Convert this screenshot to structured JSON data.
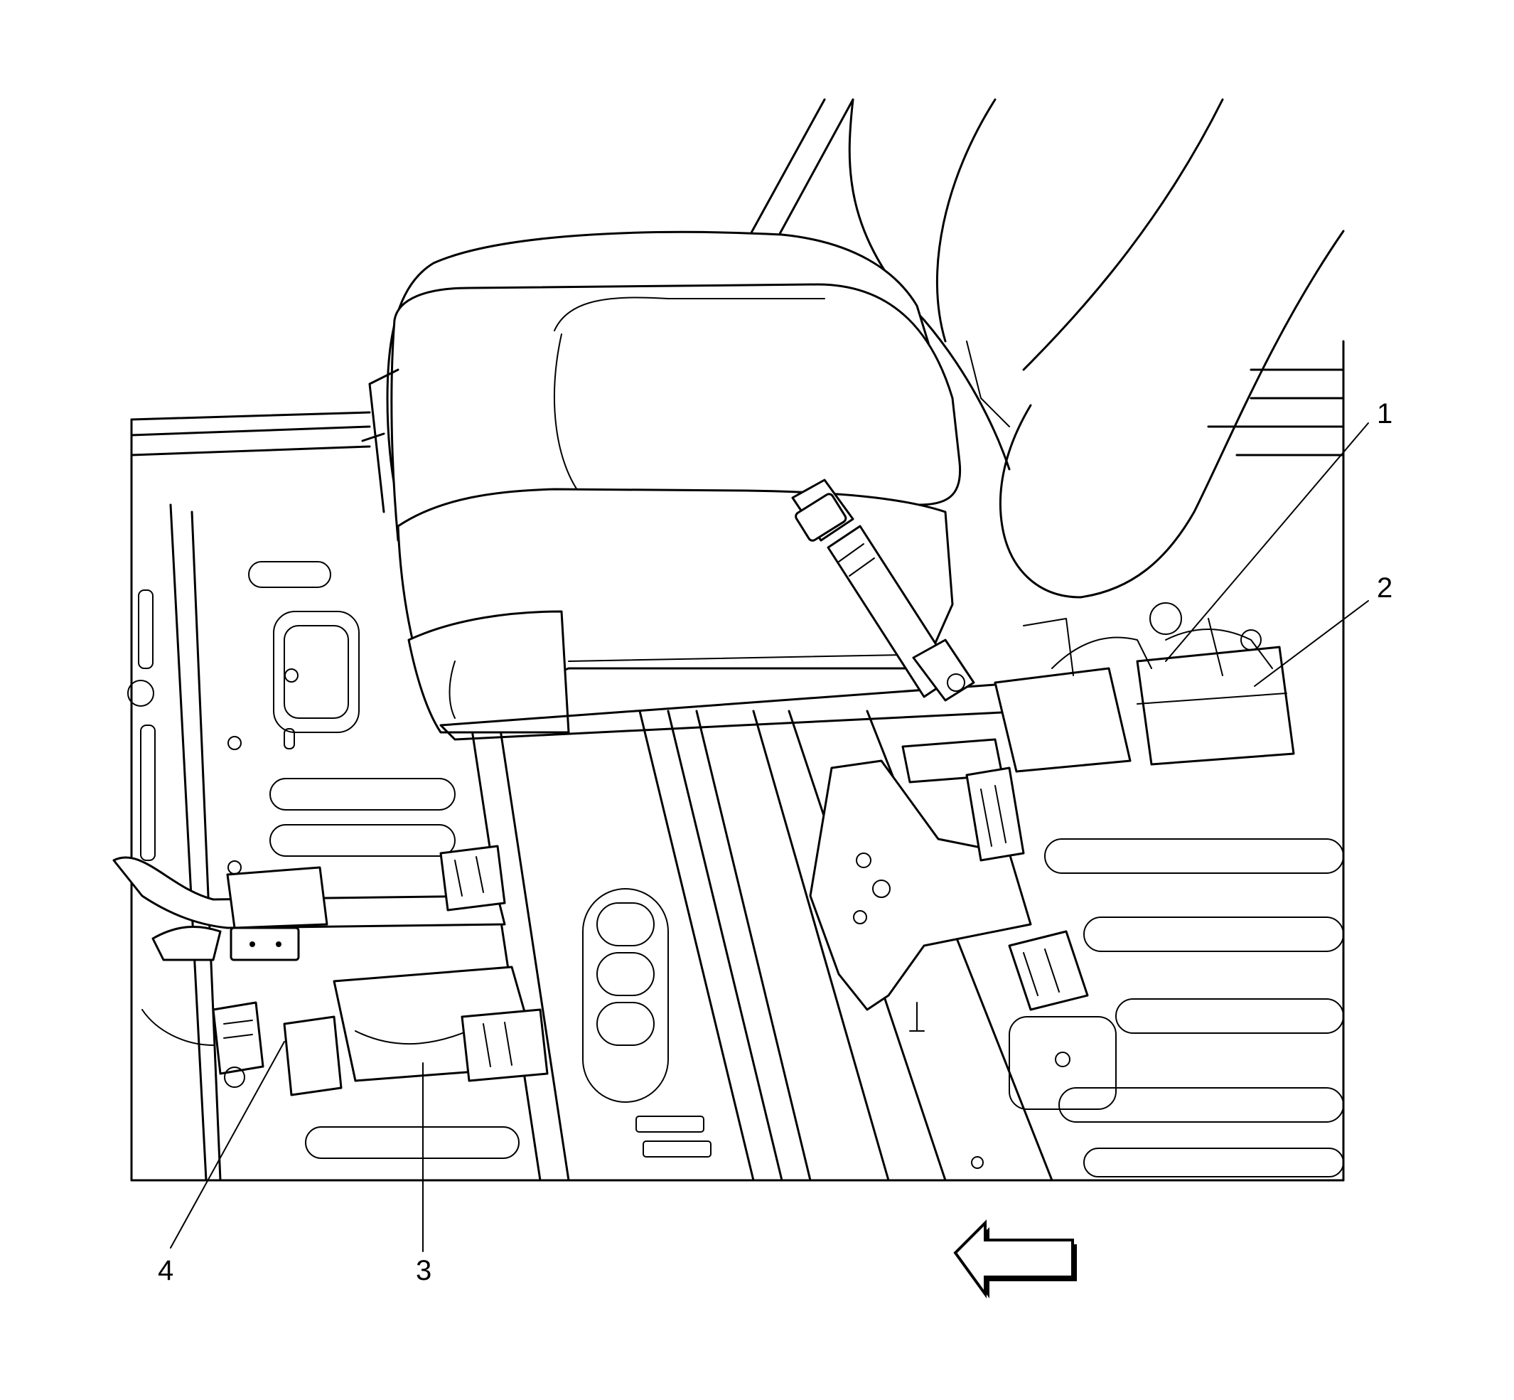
{
  "callouts": [
    {
      "id": "1",
      "label": "1"
    },
    {
      "id": "2",
      "label": "2"
    },
    {
      "id": "3",
      "label": "3"
    },
    {
      "id": "4",
      "label": "4"
    }
  ],
  "direction_arrow": {
    "icon": "arrow-left-icon"
  }
}
